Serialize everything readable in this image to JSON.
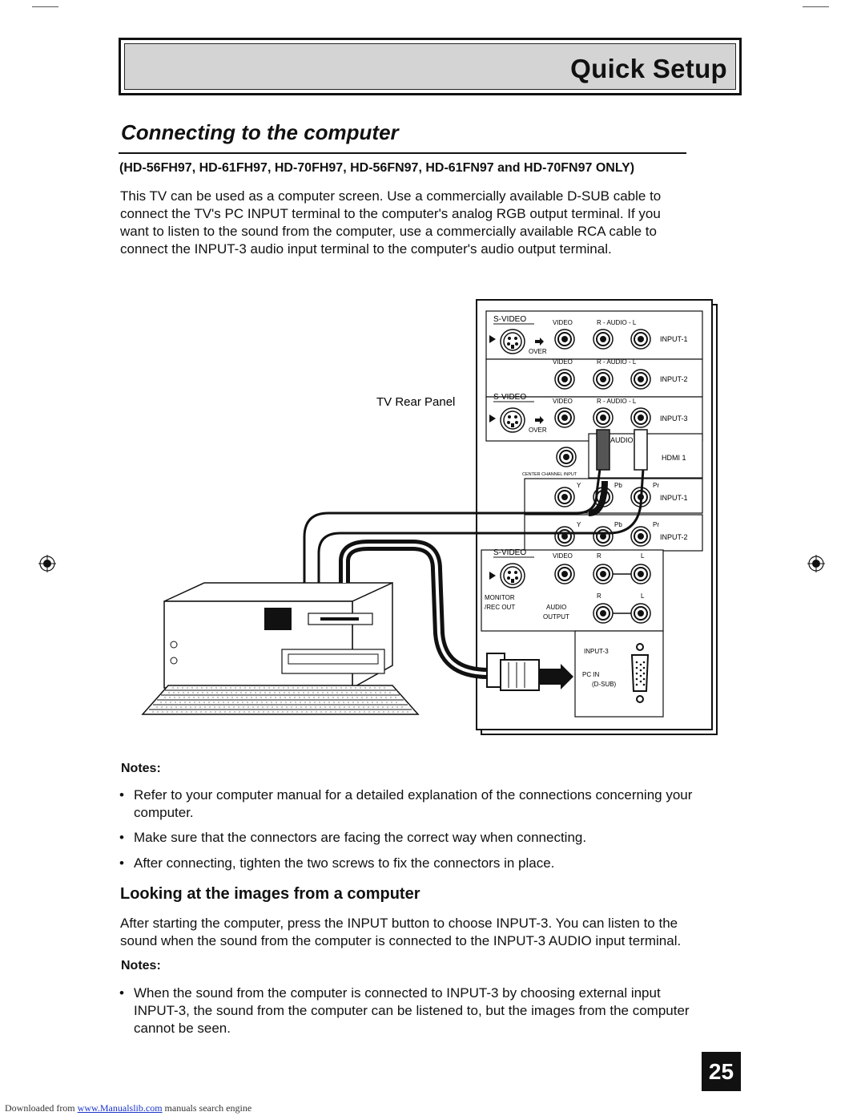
{
  "header": {
    "title": "Quick Setup"
  },
  "section": {
    "title": "Connecting to the computer",
    "models": "(HD-56FH97, HD-61FH97, HD-70FH97, HD-56FN97, HD-61FN97 and HD-70FN97 ONLY)",
    "intro_lines": [
      "This TV can be used as a computer screen.  Use a commercially available D-SUB cable to",
      "connect the TV's PC INPUT terminal to the computer's analog RGB output terminal.  If you",
      "want to listen to the sound from the computer, use a commercially available RCA cable to",
      "connect the INPUT-3 audio input terminal to the computer's audio output terminal."
    ]
  },
  "diagram": {
    "caption": "TV Rear Panel",
    "labels": {
      "s_video": "S-VIDEO",
      "video": "VIDEO",
      "r_audio_l": "R - AUDIO - L",
      "input1": "INPUT-1",
      "input2": "INPUT-2",
      "input3": "INPUT-3",
      "over": "OVER",
      "audio": "AUDIO",
      "hdmi1": "HDMI 1",
      "center_channel": "CENTER CHANNEL INPUT",
      "y": "Y",
      "pb": "Pb",
      "pr": "Pr",
      "r": "R",
      "l": "L",
      "monitor": "MONITOR",
      "rec_out": "/REC OUT",
      "audio_output_1": "AUDIO",
      "audio_output_2": "OUTPUT",
      "pc_in": "PC IN",
      "d_sub": "(D-SUB)"
    }
  },
  "notes1": {
    "heading": "Notes:",
    "items": [
      [
        "Refer to your computer manual for a detailed explanation of the connections concerning your",
        "computer."
      ],
      [
        "Make sure that the connectors are facing the correct way when connecting."
      ],
      [
        "After connecting, tighten the two screws to fix the connectors in place."
      ]
    ]
  },
  "subsection": {
    "title": "Looking at the images from a computer",
    "lines": [
      "After starting the computer, press the INPUT button to choose INPUT-3.  You can listen to the",
      "sound when the sound from the computer is connected to the INPUT-3 AUDIO input terminal."
    ]
  },
  "notes2": {
    "heading": "Notes:",
    "items": [
      [
        "When the sound from the computer is connected to INPUT-3 by choosing external input",
        "INPUT-3, the sound from the computer can be listened to, but the images from the computer",
        "cannot be seen."
      ]
    ]
  },
  "page_number": "25",
  "footer": {
    "prefix": "Downloaded from ",
    "link": "www.Manualslib.com",
    "suffix": "  manuals search engine"
  }
}
